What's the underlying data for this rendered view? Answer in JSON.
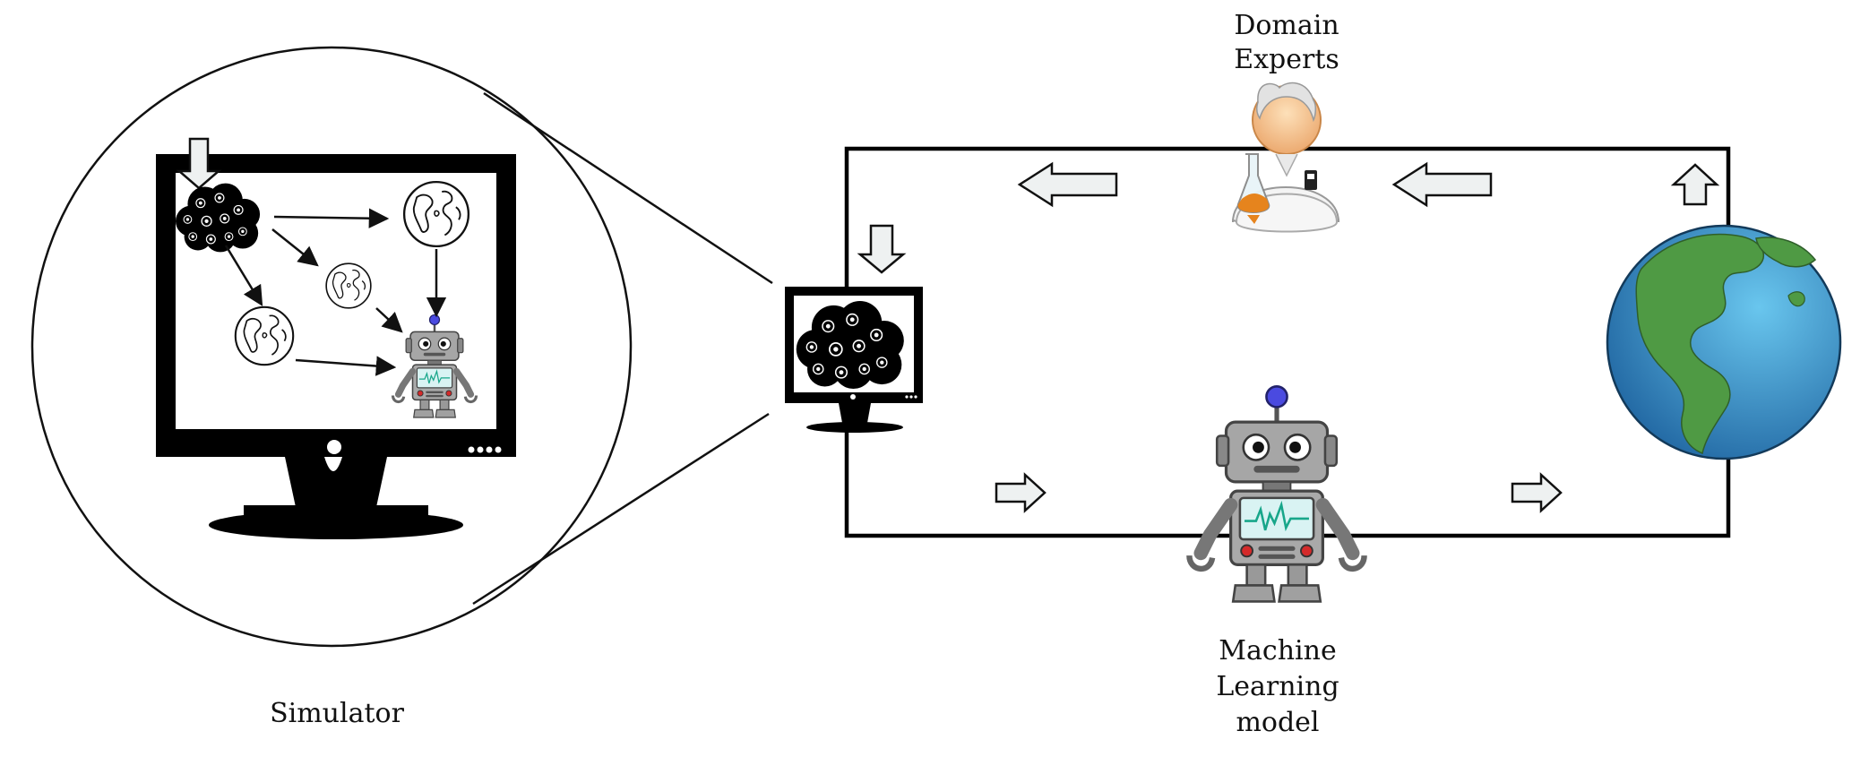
{
  "labels": {
    "domain_experts_line1": "Domain",
    "domain_experts_line2": "Experts",
    "ml_line1": "Machine",
    "ml_line2": "Learning",
    "ml_line3": "model",
    "simulator": "Simulator"
  },
  "colors": {
    "stroke": "#111111",
    "arrow_fill": "#eef1f1",
    "ocean": "#2f8fc8",
    "land": "#4f9a44",
    "robot_body": "#a9a9a9",
    "robot_antenna_ball": "#4a4ae0",
    "robot_screen": "#d9f3f3",
    "robot_pulse": "#18a68a",
    "robot_light": "#d42a2a",
    "expert_skin": "#f3be8a",
    "expert_coat": "#f4f4f4",
    "flask_liquid": "#e6841d"
  },
  "icons": [
    "computer-monitor-icon",
    "gear-cloud-icon",
    "globe-icon",
    "robot-icon",
    "scientist-icon",
    "block-arrow-icon"
  ]
}
